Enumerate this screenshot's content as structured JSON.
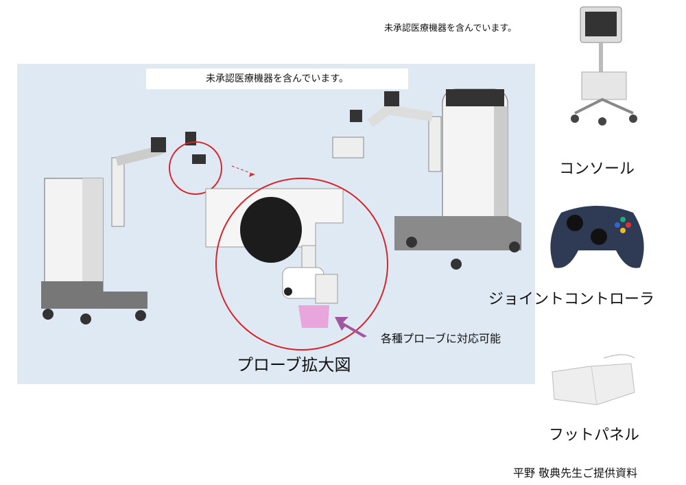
{
  "unapproved_note": "未承認医療機器を含んでいます。",
  "panel": {
    "label": "未承認医療機器を含んでいます。",
    "probe_zoom_title": "プローブ拡大図",
    "probe_callout": "各種プローブに対応可能"
  },
  "components": [
    {
      "label": "コンソール",
      "icon": "console-cart-icon"
    },
    {
      "label": "ジョイントコントローラ",
      "icon": "gamepad-icon"
    },
    {
      "label": "フットパネル",
      "icon": "foot-pedal-icon"
    }
  ],
  "credit": "平野 敬典先生ご提供資料",
  "colors": {
    "panel_bg": "#dfe9f3",
    "circle": "#d8232a",
    "arrow": "#a0579e",
    "probe": "#e8a6dc"
  }
}
